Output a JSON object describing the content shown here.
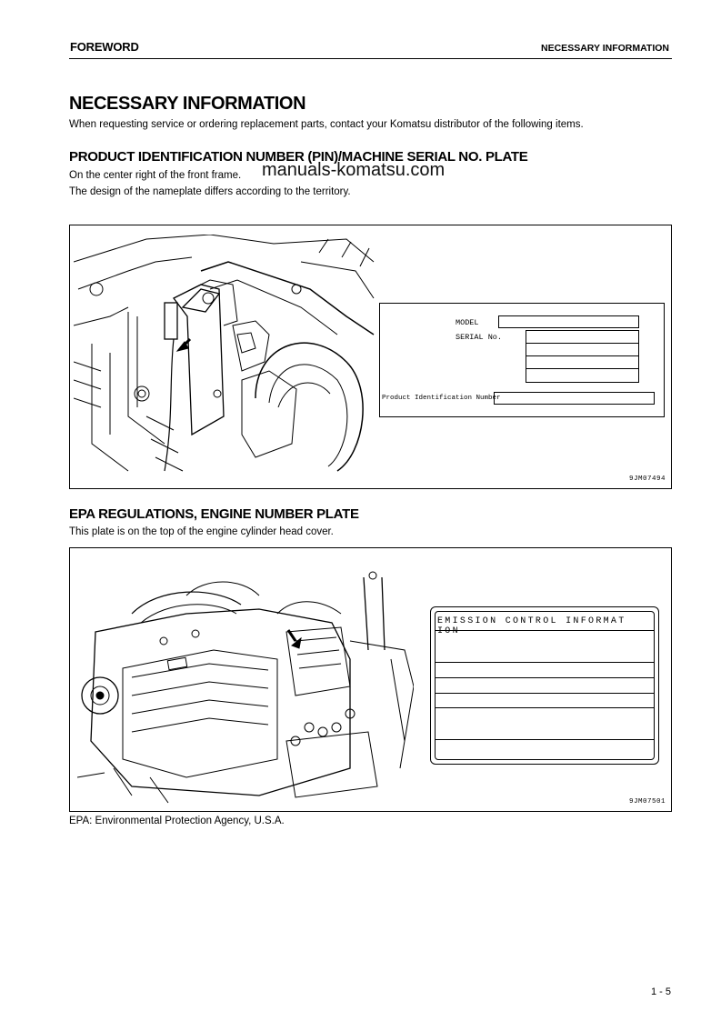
{
  "header": {
    "left": "FOREWORD",
    "right": "NECESSARY INFORMATION"
  },
  "title": "NECESSARY INFORMATION",
  "intro": "When requesting service or ordering replacement parts, contact your Komatsu distributor of the following items.",
  "watermark": "manuals-komatsu.com",
  "section1": {
    "heading": "PRODUCT IDENTIFICATION NUMBER (PIN)/MACHINE SERIAL NO. PLATE",
    "line1": "On the center right of the front frame.",
    "line2": "The design of the nameplate differs according to the territory.",
    "figure_code": "9JM07494",
    "plate": {
      "model_label": "MODEL",
      "serial_label": "SERIAL No.",
      "pin_label": "Product Identification Number"
    }
  },
  "section2": {
    "heading": "EPA REGULATIONS, ENGINE NUMBER PLATE",
    "line1": "This plate is on the top of the engine cylinder head cover.",
    "figure_code": "9JM07501",
    "plate": {
      "title": "EMISSION CONTROL INFORMAT ION"
    }
  },
  "epa_note": "EPA: Environmental Protection Agency, U.S.A.",
  "page_number": "1 - 5"
}
